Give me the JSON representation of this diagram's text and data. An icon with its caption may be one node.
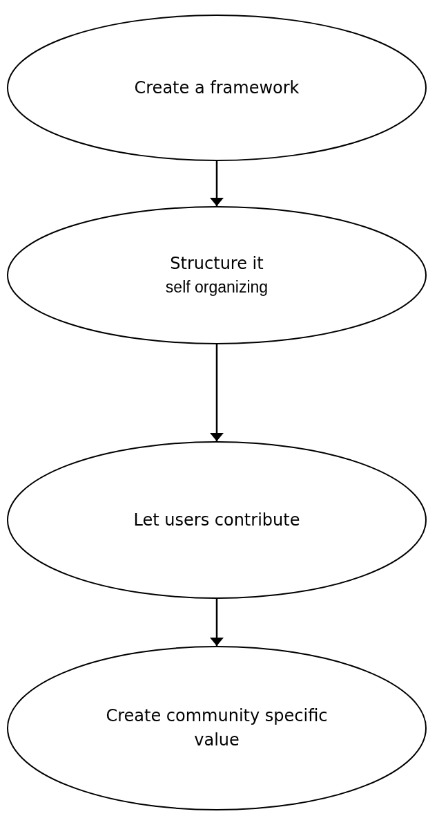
{
  "diagram": {
    "nodes": [
      {
        "text": [
          "Create a framework"
        ]
      },
      {
        "text": [
          "Structure it",
          "self organizing"
        ]
      },
      {
        "text": [
          "Let users contribute"
        ]
      },
      {
        "text": [
          "Create community specific value"
        ]
      }
    ],
    "edges": [
      {
        "from": 0,
        "to": 1,
        "arrow": "to"
      },
      {
        "from": 1,
        "to": 2,
        "arrow": "to"
      },
      {
        "from": 2,
        "to": 3,
        "arrow": "to"
      }
    ]
  }
}
